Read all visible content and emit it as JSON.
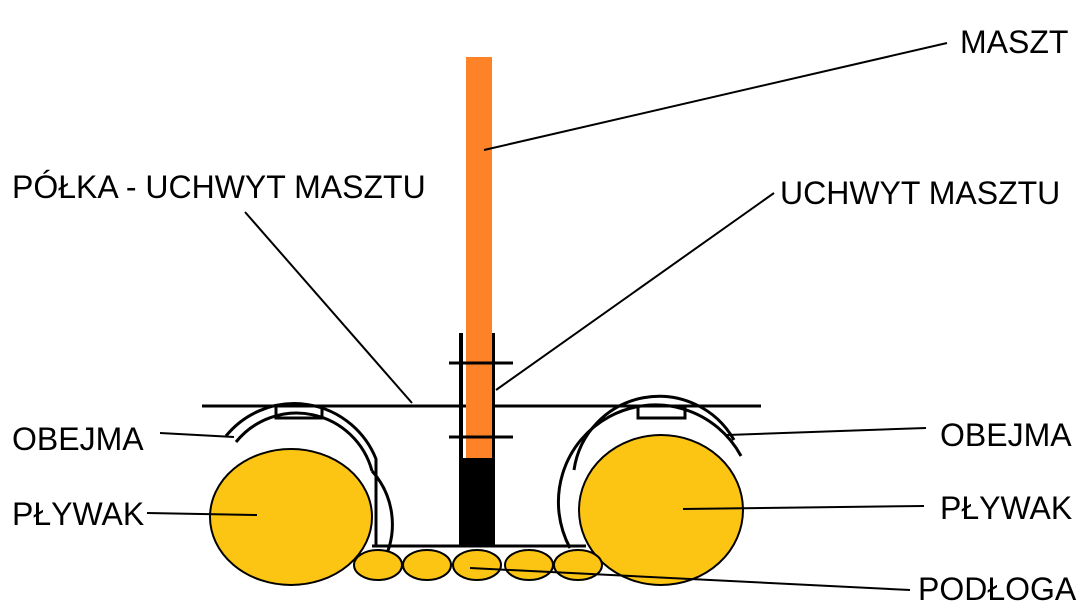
{
  "labels": {
    "maszt": "MASZT",
    "polka": "PÓŁKA - UCHWYT MASZTU",
    "uchwyt": "UCHWYT MASZTU",
    "obejma_left": "OBEJMA",
    "obejma_right": "OBEJMA",
    "plywak_left": "PŁYWAK",
    "plywak_right": "PŁYWAK",
    "podloga": "PODŁOGA"
  },
  "colors": {
    "mast": "#fd8228",
    "float": "#fcc514",
    "line": "#000000",
    "mount": "#000000",
    "background": "#ffffff"
  }
}
